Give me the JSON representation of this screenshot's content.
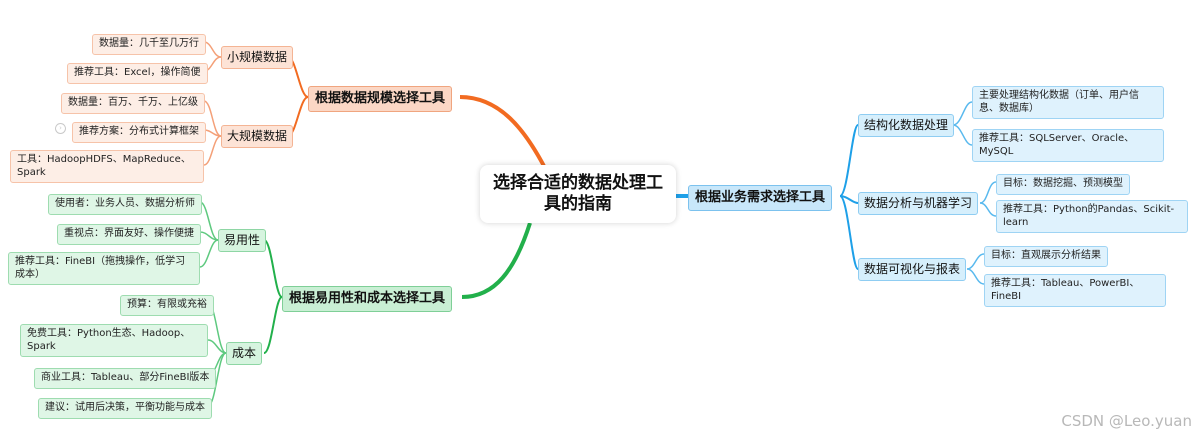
{
  "root": {
    "title": "选择合适的数据处理工具的指南"
  },
  "branches": {
    "scale": {
      "label": "根据数据规模选择工具",
      "color": "#f26b21",
      "small": {
        "label": "小规模数据",
        "items": [
          "数据量：几千至几万行",
          "推荐工具：Excel，操作简便"
        ]
      },
      "large": {
        "label": "大规模数据",
        "items": [
          "数据量：百万、千万、上亿级",
          "推荐方案：分布式计算框架",
          "工具：HadoopHDFS、MapReduce、Spark"
        ]
      }
    },
    "usability": {
      "label": "根据易用性和成本选择工具",
      "color": "#22b04b",
      "ease": {
        "label": "易用性",
        "items": [
          "使用者：业务人员、数据分析师",
          "重视点：界面友好、操作便捷",
          "推荐工具：FineBI（拖拽操作，低学习成本）"
        ]
      },
      "cost": {
        "label": "成本",
        "items": [
          "预算：有限或充裕",
          "免费工具：Python生态、Hadoop、Spark",
          "商业工具：Tableau、部分FineBI版本",
          "建议：试用后决策，平衡功能与成本"
        ]
      }
    },
    "business": {
      "label": "根据业务需求选择工具",
      "color": "#1ea0e8",
      "structured": {
        "label": "结构化数据处理",
        "items": [
          "主要处理结构化数据（订单、用户信息、数据库）",
          "推荐工具：SQLServer、Oracle、MySQL"
        ]
      },
      "analysis": {
        "label": "数据分析与机器学习",
        "items": [
          "目标：数据挖掘、预测模型",
          "推荐工具：Python的Pandas、Scikit-learn"
        ]
      },
      "visual": {
        "label": "数据可视化与报表",
        "items": [
          "目标：直观展示分析结果",
          "推荐工具：Tableau、PowerBI、FineBI"
        ]
      }
    }
  },
  "watermark": "CSDN @Leo.yuan"
}
